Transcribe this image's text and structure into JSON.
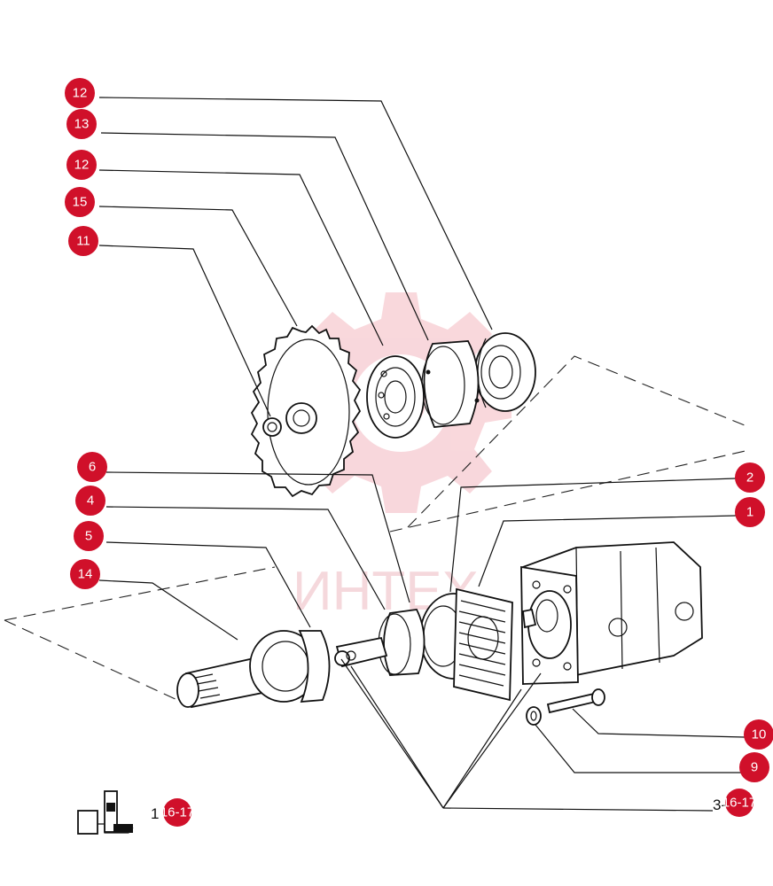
{
  "watermark": {
    "text": "ИНТЕХ",
    "color": "#f0b8bf"
  },
  "badge_color": "#d0102a",
  "callouts": [
    {
      "id": "c12a",
      "label": "12"
    },
    {
      "id": "c13",
      "label": "13"
    },
    {
      "id": "c12b",
      "label": "12"
    },
    {
      "id": "c15",
      "label": "15"
    },
    {
      "id": "c11",
      "label": "11"
    },
    {
      "id": "c6",
      "label": "6"
    },
    {
      "id": "c4",
      "label": "4"
    },
    {
      "id": "c5",
      "label": "5"
    },
    {
      "id": "c14",
      "label": "14"
    },
    {
      "id": "c2",
      "label": "2"
    },
    {
      "id": "c1",
      "label": "1"
    },
    {
      "id": "c10",
      "label": "10"
    },
    {
      "id": "c9",
      "label": "9"
    }
  ],
  "references": {
    "left_label": "16-17",
    "left_prefix": "1",
    "right_prefix": "3-",
    "right_label": "16-17"
  }
}
